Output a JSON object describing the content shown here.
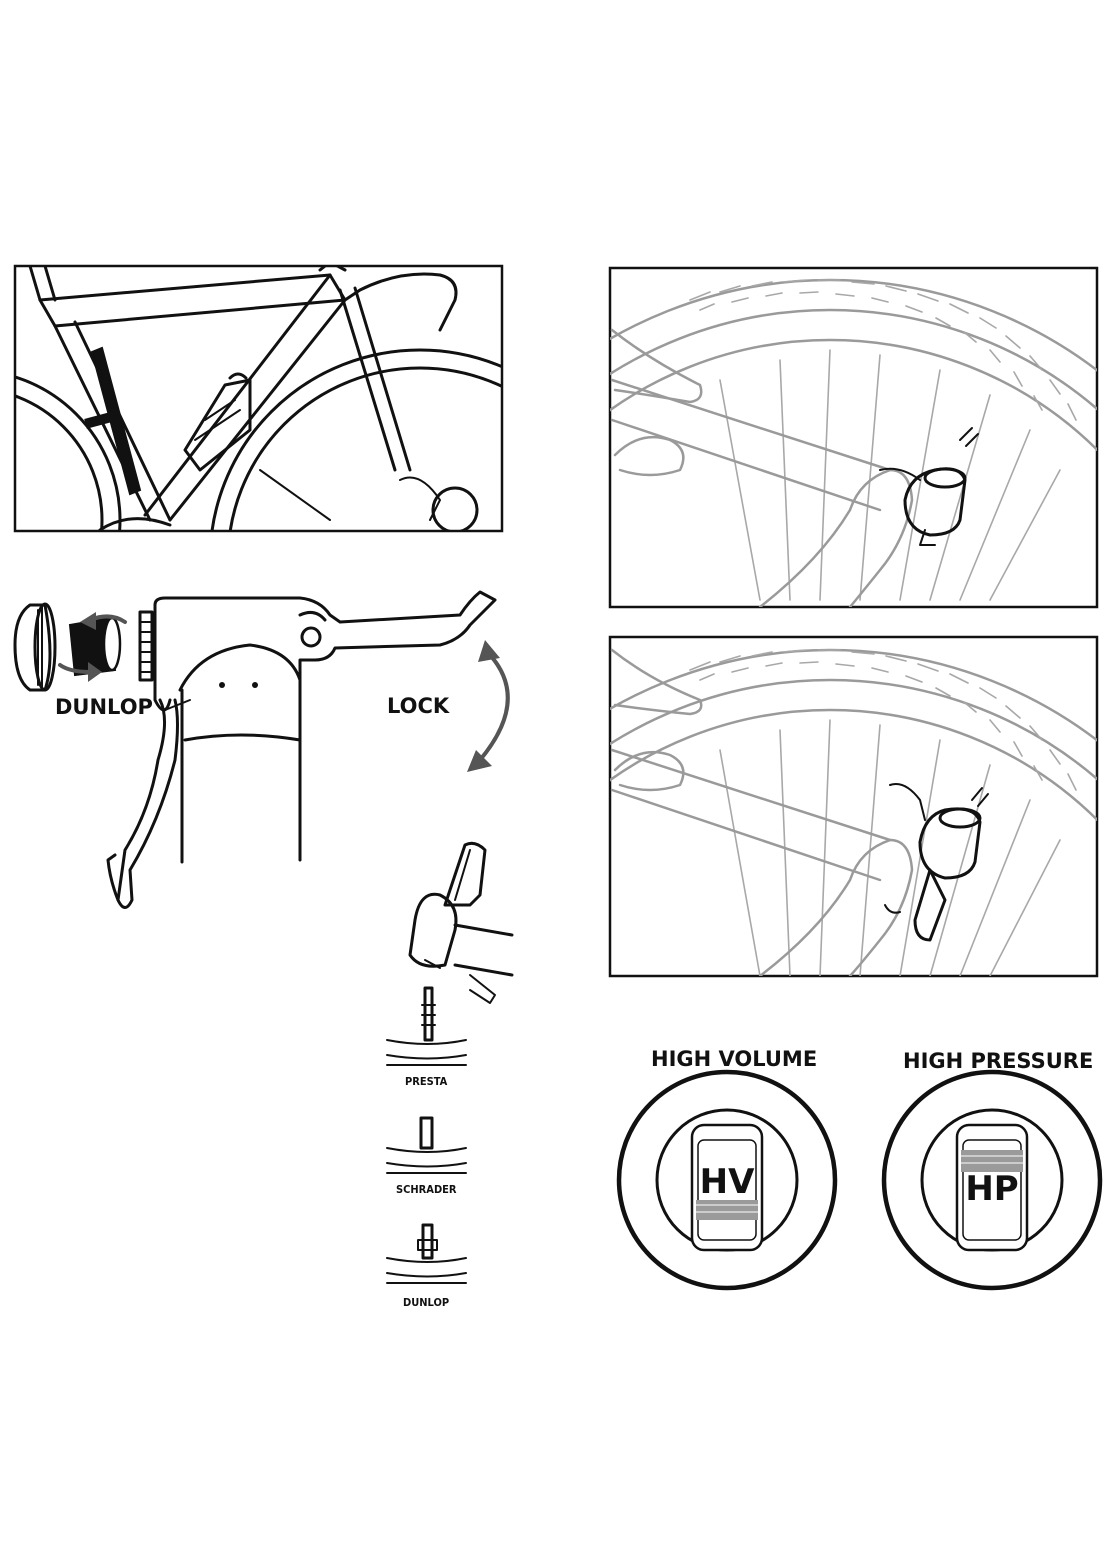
{
  "labels": {
    "dunlop_adapter": "DUNLOP",
    "lock": "LOCK",
    "valve_presta": "PRESTA",
    "valve_schrader": "SCHRADER",
    "valve_dunlop": "DUNLOP",
    "mode_high_volume": "HIGH VOLUME",
    "mode_high_pressure": "HIGH PRESSURE",
    "badge_hv": "HV",
    "badge_hp": "HP"
  },
  "colors": {
    "ink": "#111111",
    "grey_illustration": "#9a9a9a",
    "arrow": "#555555",
    "background": "#ffffff"
  }
}
